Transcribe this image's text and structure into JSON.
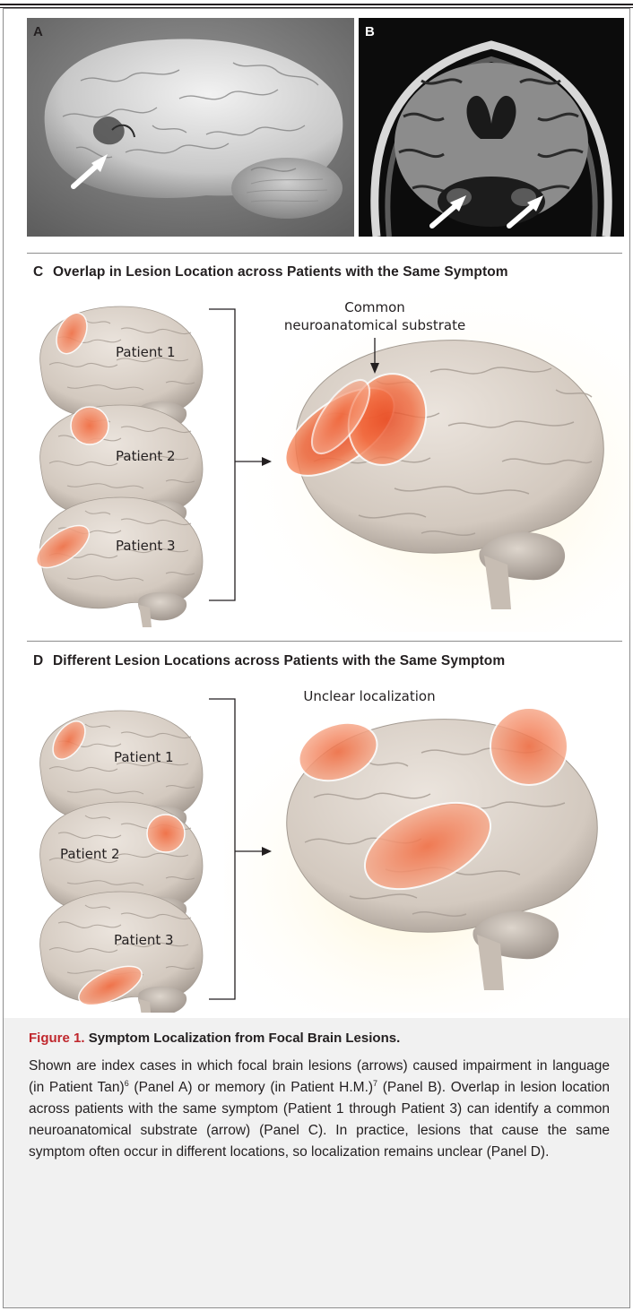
{
  "panels": {
    "a_letter": "A",
    "b_letter": "B",
    "c_title_letter": "C",
    "c_title_text": "Overlap in Lesion Location across Patients with the Same Symptom",
    "d_title_letter": "D",
    "d_title_text": "Different Lesion Locations across Patients with the Same Symptom"
  },
  "panel_c": {
    "patients": [
      "Patient 1",
      "Patient 2",
      "Patient 3"
    ],
    "annotation_line1": "Common",
    "annotation_line2": "neuroanatomical substrate"
  },
  "panel_d": {
    "patients": [
      "Patient 1",
      "Patient 2",
      "Patient 3"
    ],
    "annotation": "Unclear localization"
  },
  "caption": {
    "figure_label": "Figure 1.",
    "title": "Symptom Localization from Focal Brain Lesions.",
    "text_1": "Shown are index cases in which focal brain lesions (arrows) caused impairment in language (in Patient Tan)",
    "ref_1": "6",
    "text_2": " (Panel A) or memory (in Patient H.M.)",
    "ref_2": "7",
    "text_3": " (Panel B). Overlap in lesion location across patients with the same symptom (Patient 1 through Patient 3) can identify a common neuroanatomical substrate (arrow) (Panel C). In practice, lesions that cause the same symptom often occur in different locations, so localization remains unclear (Panel D)."
  },
  "colors": {
    "figure_label": "#c0272d",
    "caption_background": "#f1f1f1",
    "brain": "#d8cfc6",
    "lesion": "#f07a55"
  }
}
